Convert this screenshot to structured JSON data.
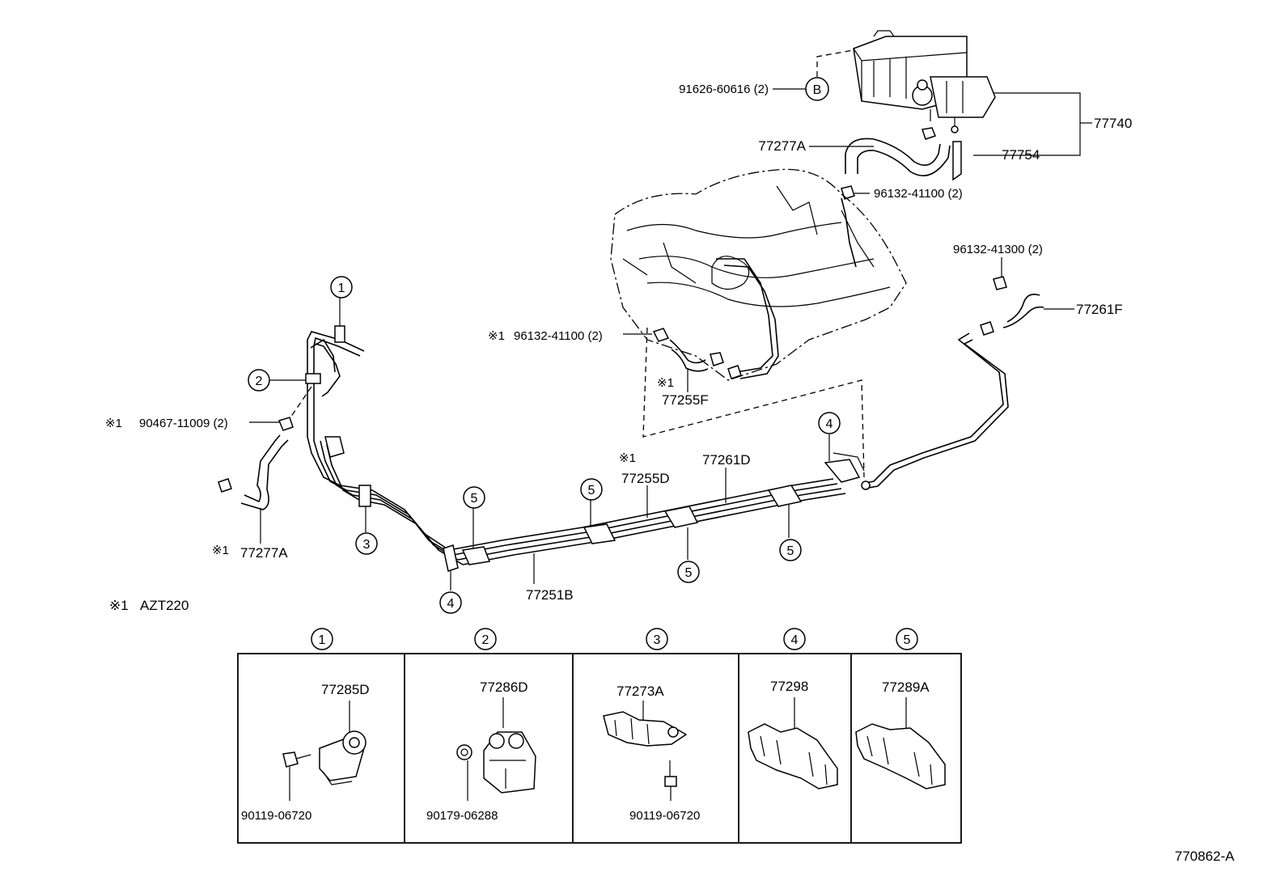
{
  "parts": {
    "canister": "77740",
    "canister_hose": "77754",
    "bolt_b": "91626-60616 (2)",
    "callout_b": "B",
    "vent_hose": "77277A",
    "clip_top": "96132-41100 (2)",
    "clip_right": "96132-41300 (2)",
    "hose_right": "77261F",
    "clip_mid": "96132-41100 (2)",
    "hose_mid": "77255F",
    "clamp_left": "90467-11009 (2)",
    "hose_left": "77277A",
    "tube_d1": "77255D",
    "tube_d2": "77261D",
    "tube_b": "77251B",
    "drawing_id": "770862-A"
  },
  "marks": {
    "note_symbol": "※1",
    "note_text": "AZT220"
  },
  "callouts": [
    "1",
    "2",
    "3",
    "4",
    "5"
  ],
  "detail_panels": [
    {
      "num": "1",
      "part": "77285D",
      "fastener": "90119-06720"
    },
    {
      "num": "2",
      "part": "77286D",
      "fastener": "90179-06288"
    },
    {
      "num": "3",
      "part": "77273A",
      "fastener": "90119-06720"
    },
    {
      "num": "4",
      "part": "77298",
      "fastener": ""
    },
    {
      "num": "5",
      "part": "77289A",
      "fastener": ""
    }
  ]
}
